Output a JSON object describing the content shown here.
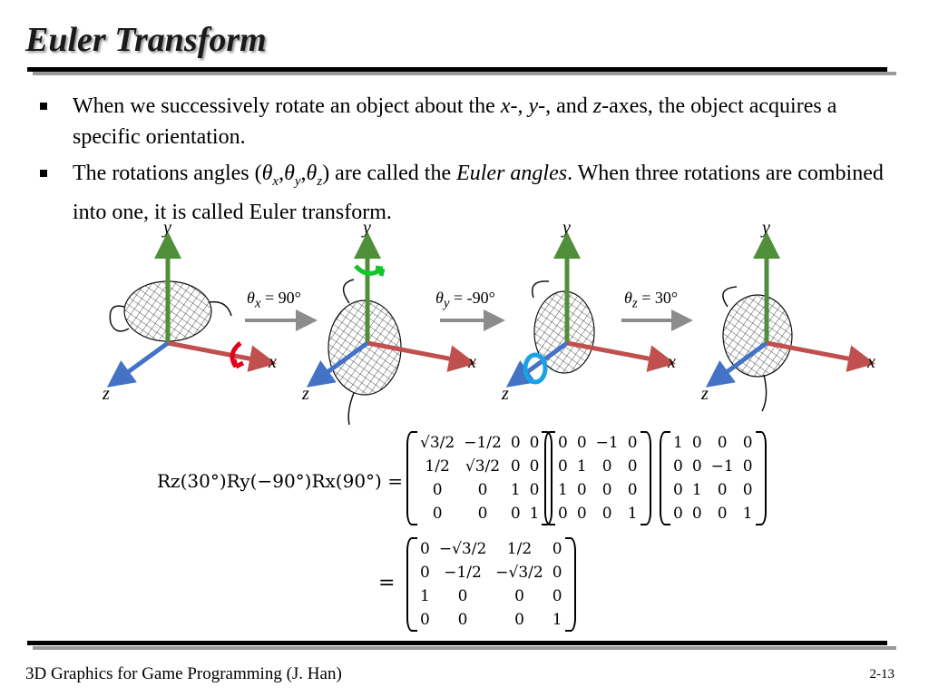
{
  "slide": {
    "title": "Euler Transform"
  },
  "bullets": [
    {
      "p1": "When we successively rotate an object about the ",
      "x": "x",
      "s1": "-, ",
      "y": "y",
      "s2": "-, and ",
      "z": "z",
      "s3": "-axes, the object acquires a specific orientation."
    },
    {
      "p1": "The rotations angles (",
      "theta": "θ",
      "sx": "x",
      "sy": "y",
      "sz": "z",
      "comma": ",",
      "p2": ") are called the ",
      "em": "Euler angles",
      "p3": ". When three rotations are combined into one, it is called Euler transform."
    }
  ],
  "figure": {
    "axis_labels": {
      "x": "x",
      "y": "y",
      "z": "z"
    },
    "steps": [
      {
        "theta": "θ",
        "sub": "x",
        "value": " = 90°"
      },
      {
        "theta": "θ",
        "sub": "y",
        "value": " = -90°"
      },
      {
        "theta": "θ",
        "sub": "z",
        "value": " = 30°"
      }
    ],
    "colors": {
      "x_axis": "#c0504d",
      "y_axis": "#4f8f3a",
      "z_axis": "#4472c4",
      "rot_x": "#e3001b",
      "rot_y": "#12c62b",
      "rot_z": "#1aa2e6",
      "arrow": "#8c8c8c"
    }
  },
  "equation": {
    "lhs": "Rz(30°)Ry(−90°)Rx(90°) =",
    "equals": "=",
    "m_rz": [
      [
        "√3/2",
        "−1/2",
        "0",
        "0"
      ],
      [
        "1/2",
        "√3/2",
        "0",
        "0"
      ],
      [
        "0",
        "0",
        "1",
        "0"
      ],
      [
        "0",
        "0",
        "0",
        "1"
      ]
    ],
    "m_ry": [
      [
        "0",
        "0",
        "−1",
        "0"
      ],
      [
        "0",
        "1",
        "0",
        "0"
      ],
      [
        "1",
        "0",
        "0",
        "0"
      ],
      [
        "0",
        "0",
        "0",
        "1"
      ]
    ],
    "m_rx": [
      [
        "1",
        "0",
        "0",
        "0"
      ],
      [
        "0",
        "0",
        "−1",
        "0"
      ],
      [
        "0",
        "1",
        "0",
        "0"
      ],
      [
        "0",
        "0",
        "0",
        "1"
      ]
    ],
    "m_result": [
      [
        "0",
        "−√3/2",
        "1/2",
        "0"
      ],
      [
        "0",
        "−1/2",
        "−√3/2",
        "0"
      ],
      [
        "1",
        "0",
        "0",
        "0"
      ],
      [
        "0",
        "0",
        "0",
        "1"
      ]
    ]
  },
  "footer": {
    "left": "3D Graphics for Game Programming (J. Han)",
    "page": "2-13"
  }
}
